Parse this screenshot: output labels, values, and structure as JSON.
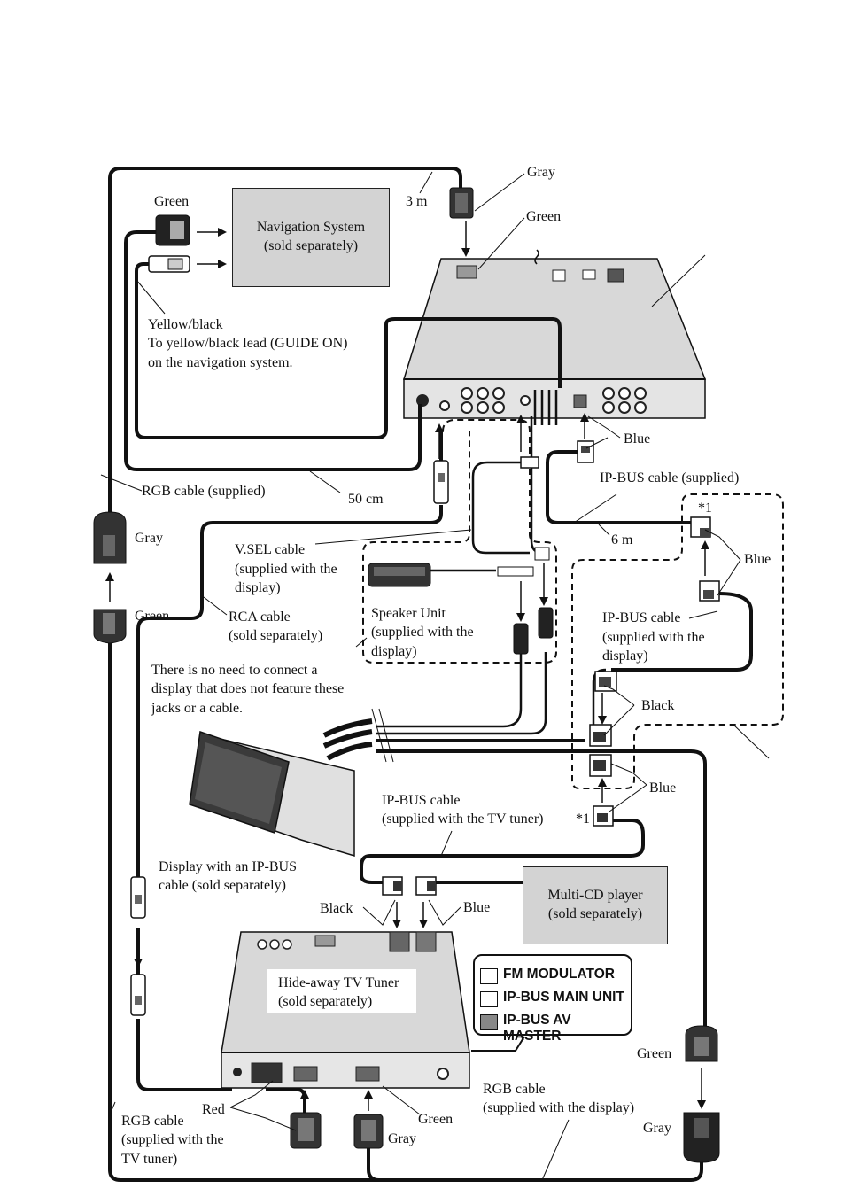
{
  "boxes": {
    "navigation_system": [
      "Navigation System",
      "(sold separately)"
    ],
    "multi_cd_player": [
      "Multi-CD player",
      "(sold separately)"
    ],
    "tv_tuner": [
      "Hide-away TV Tuner",
      "(sold separately)"
    ]
  },
  "legend": {
    "items": [
      "FM MODULATOR",
      "IP-BUS MAIN UNIT",
      "IP-BUS AV MASTER"
    ],
    "swatch_colors": [
      "#ffffff",
      "#ffffff",
      "#888888"
    ]
  },
  "labels": {
    "gray_top": "Gray",
    "three_m": "3 m",
    "green_nav": "Green",
    "green_unit": "Green",
    "yellow_black": "Yellow/black",
    "yellow_black_desc1": "To yellow/black lead (GUIDE ON)",
    "yellow_black_desc2": "on the navigation system.",
    "blue_unit": "Blue",
    "ipbus_supplied": "IP-BUS cable (supplied)",
    "rgb_supplied": "RGB cable (supplied)",
    "fifty_cm": "50 cm",
    "gray_left": "Gray",
    "star1_top": "*1",
    "six_m": "6 m",
    "blue_right": "Blue",
    "vsel_1": "V.SEL cable",
    "vsel_2": "(supplied with the",
    "vsel_3": "display)",
    "green_left": "Green",
    "rca_1": "RCA cable",
    "rca_2": "(sold separately)",
    "speaker_1": "Speaker Unit",
    "speaker_2": "(supplied with the",
    "speaker_3": "display)",
    "ipbus_display_1": "IP-BUS cable",
    "ipbus_display_2": "(supplied with the",
    "ipbus_display_3": "display)",
    "noneed_1": "There is no need to connect a",
    "noneed_2": "display that does not feature these",
    "noneed_3": "jacks or a cable.",
    "black_right": "Black",
    "blue_mid": "Blue",
    "ipbus_tv_1": "IP-BUS cable",
    "ipbus_tv_2": "(supplied with the TV tuner)",
    "star1_mid": "*1",
    "display_ipbus_1": "Display with an IP-BUS",
    "display_ipbus_2": "cable (sold separately)",
    "black_tuner": "Black",
    "blue_tuner": "Blue",
    "green_bottom_right": "Green",
    "red": "Red",
    "rgb_tv_1": "RGB cable",
    "rgb_tv_2": "(supplied with the",
    "rgb_tv_3": "TV tuner)",
    "green_bottom": "Green",
    "gray_bottom": "Gray",
    "rgb_display_1": "RGB cable",
    "rgb_display_2": "(supplied with the display)",
    "gray_bottom_right": "Gray"
  }
}
